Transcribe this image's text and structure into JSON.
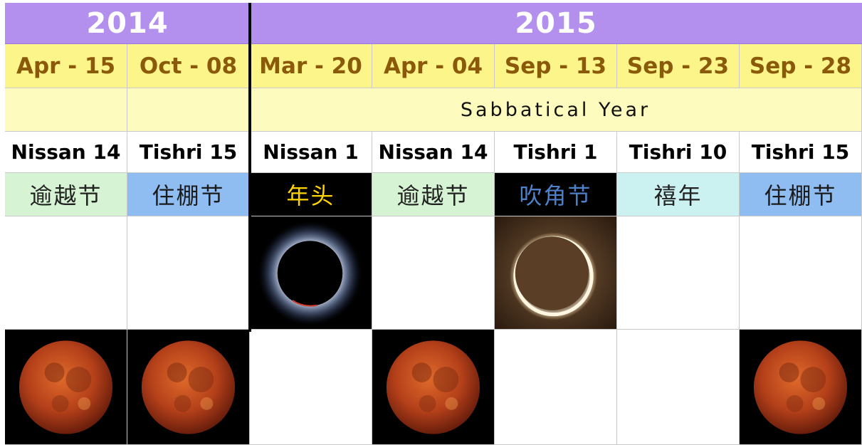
{
  "years": [
    "2014",
    "2015"
  ],
  "dates": [
    "Apr - 15",
    "Oct - 08",
    "Mar - 20",
    "Apr - 04",
    "Sep - 13",
    "Sep - 23",
    "Sep - 28"
  ],
  "sabbatical_label": "Sabbatical Year",
  "hebrew_dates": [
    "Nissan 14",
    "Tishri 15",
    "Nissan 1",
    "Nissan 14",
    "Tishri 1",
    "Tishri 10",
    "Tishri 15"
  ],
  "feasts": [
    "逾越节",
    "住棚节",
    "年头",
    "逾越节",
    "吹角节",
    "禧年",
    "住棚节"
  ],
  "feast_colors": [
    "#d6f3d3",
    "#8fbdf2",
    "#000000",
    "#d6f3d3",
    "#000000",
    "#cbf1f1",
    "#8fbdf2"
  ],
  "solar_eclipses": [
    {
      "column": 3,
      "kind": "total-solar-eclipse-corona"
    },
    {
      "column": 5,
      "kind": "annular-solar-eclipse-ring"
    }
  ],
  "blood_moons": [
    1,
    2,
    4,
    7
  ],
  "colors": {
    "year_header": "#b38fee",
    "date_row": "#fbf58a",
    "date_text": "#8a5a0a",
    "sabbatical_row": "#fdfbbe",
    "blood_moon": "#b4401a"
  }
}
